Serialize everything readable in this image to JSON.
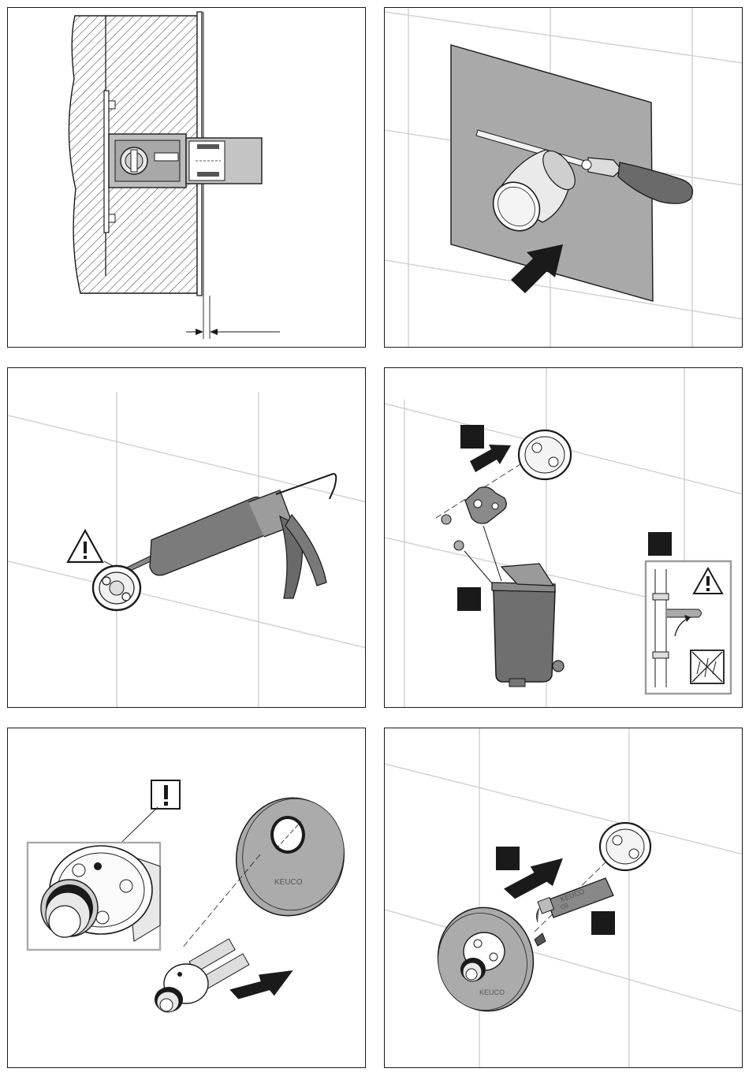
{
  "panels": [
    {
      "id": "p1"
    },
    {
      "id": "p2"
    },
    {
      "id": "p3"
    },
    {
      "id": "p4"
    },
    {
      "id": "p5"
    },
    {
      "id": "p6"
    }
  ],
  "brand": {
    "rosette_label": "KEUCO",
    "tube_label": "KEUCO",
    "tube_sublabel": "Oil",
    "faceplate_label": "KEUCO"
  },
  "colors": {
    "line": "#1a1a1a",
    "grey": "#9a9a9a",
    "dark_grey": "#5a5a5a",
    "light_grey": "#c8c8c8",
    "tile_line": "#d0d0d0"
  },
  "icons": [
    "warning-triangle-icon",
    "exclamation-box-icon",
    "no-water-icon",
    "arrow-icon"
  ]
}
